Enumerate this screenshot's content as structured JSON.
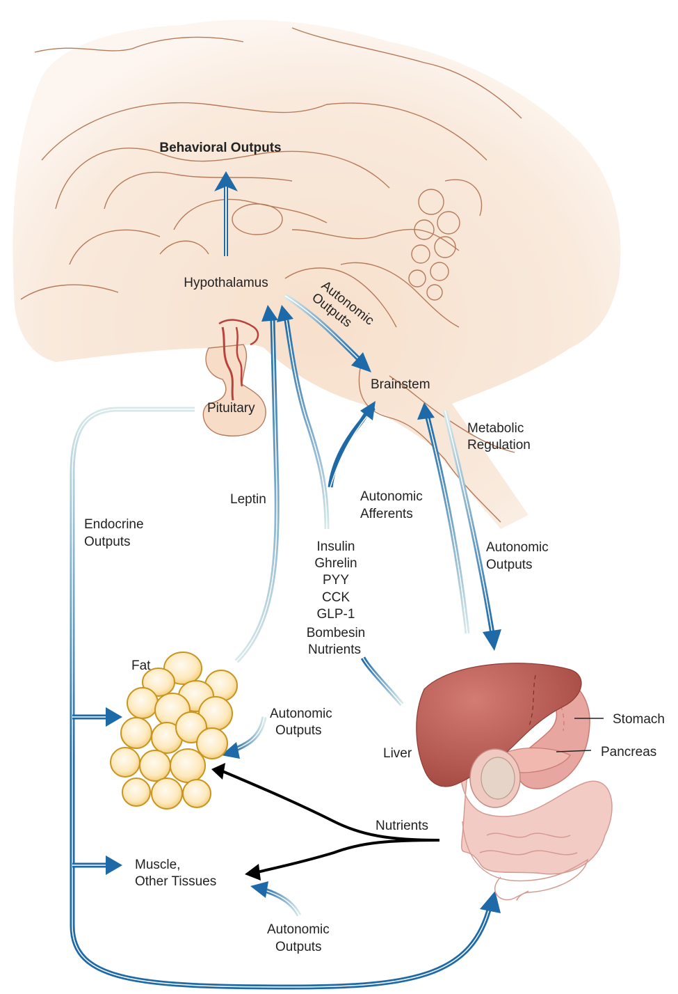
{
  "labels": {
    "behavioral_outputs": "Behavioral Outputs",
    "hypothalamus": "Hypothalamus",
    "autonomic_outputs_top_1": "Autonomic",
    "autonomic_outputs_top_2": "Outputs",
    "brainstem": "Brainstem",
    "pituitary": "Pituitary",
    "metabolic_regulation_1": "Metabolic",
    "metabolic_regulation_2": "Regulation",
    "leptin": "Leptin",
    "autonomic_afferents_1": "Autonomic",
    "autonomic_afferents_2": "Afferents",
    "endocrine_outputs_1": "Endocrine",
    "endocrine_outputs_2": "Outputs",
    "autonomic_outputs_right_1": "Autonomic",
    "autonomic_outputs_right_2": "Outputs",
    "signals": [
      "Insulin",
      "Ghrelin",
      "PYY",
      "CCK",
      "GLP-1",
      "Bombesin",
      "Nutrients"
    ],
    "fat": "Fat",
    "autonomic_outputs_fat_1": "Autonomic",
    "autonomic_outputs_fat_2": "Outputs",
    "stomach": "Stomach",
    "pancreas": "Pancreas",
    "liver": "Liver",
    "nutrients": "Nutrients",
    "muscle_1": "Muscle,",
    "muscle_2": "Other Tissues",
    "autonomic_outputs_bottom_1": "Autonomic",
    "autonomic_outputs_bottom_2": "Outputs"
  },
  "colors": {
    "arrow_blue": "#1e6aa8",
    "arrow_pale": "#d4e6e8",
    "brain_fill": "#f7e3d2",
    "brain_outline": "#b57a5a",
    "fat_fill": "#fde7b5",
    "fat_outline": "#c9951f",
    "liver": "#b95a55",
    "stomach": "#e8a6a0",
    "intestine": "#f1c9c3",
    "nutrient_arrow": "#000000"
  }
}
